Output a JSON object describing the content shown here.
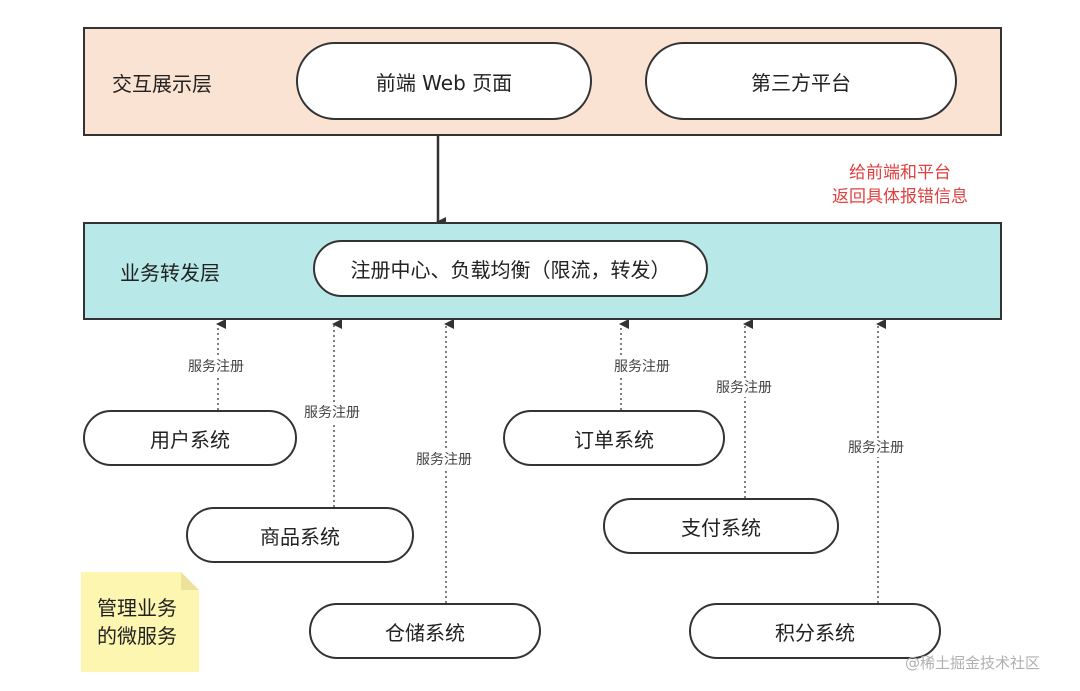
{
  "layers": {
    "interaction": {
      "label": "交互展示层",
      "fill": "#fbe3d4"
    },
    "forwarding": {
      "label": "业务转发层",
      "fill": "#b9e8e8"
    }
  },
  "nodes": {
    "frontend_web": "前端 Web 页面",
    "third_party": "第三方平台",
    "registry_lb": "注册中心、负载均衡（限流，转发）",
    "user_system": "用户系统",
    "product_system": "商品系统",
    "warehouse_system": "仓储系统",
    "order_system": "订单系统",
    "payment_system": "支付系统",
    "points_system": "积分系统"
  },
  "edge_label": "服务注册",
  "error_note": {
    "line1": "给前端和平台",
    "line2": "返回具体报错信息",
    "color": "#e04040"
  },
  "sticky_note": {
    "line1": "管理业务",
    "line2": "的微服务",
    "color": "#fdf6b0"
  },
  "watermark": "@稀土掘金技术社区"
}
